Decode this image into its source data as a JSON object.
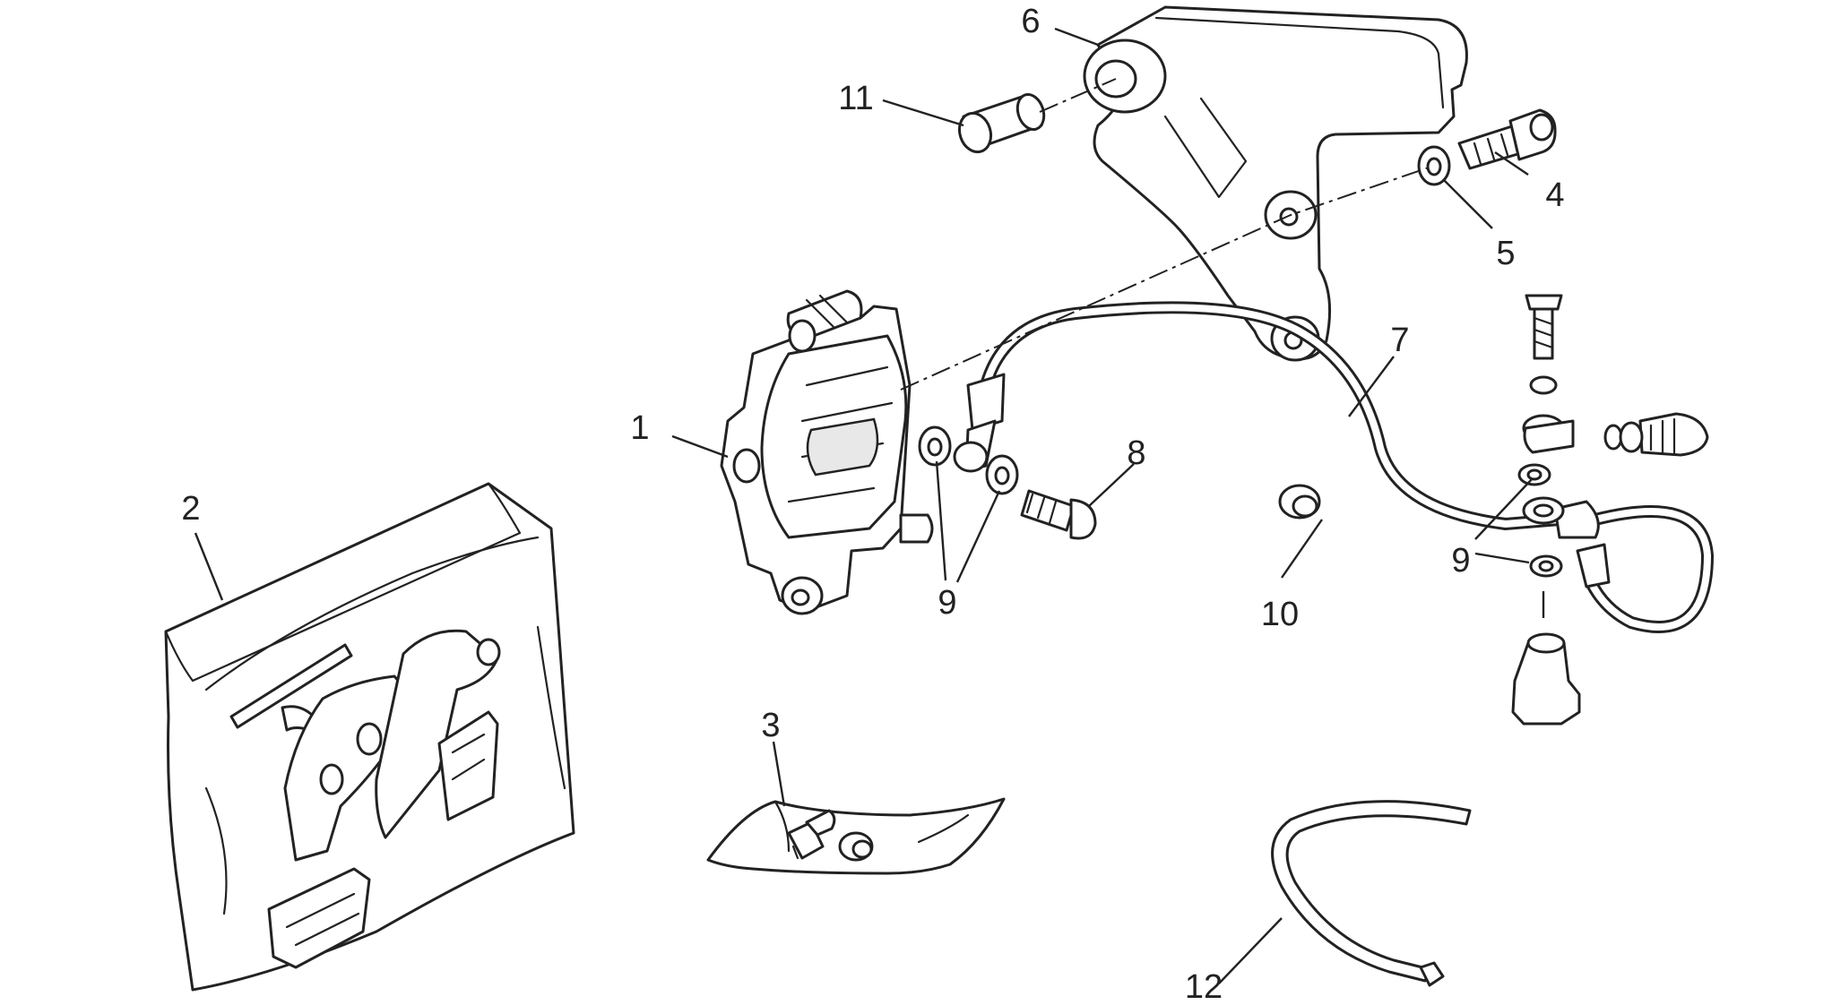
{
  "diagram": {
    "background": "#ffffff",
    "line_color": "#222222",
    "callouts": [
      {
        "id": "1",
        "label": "1"
      },
      {
        "id": "2",
        "label": "2"
      },
      {
        "id": "3",
        "label": "3"
      },
      {
        "id": "4",
        "label": "4"
      },
      {
        "id": "5",
        "label": "5"
      },
      {
        "id": "6",
        "label": "6"
      },
      {
        "id": "7",
        "label": "7"
      },
      {
        "id": "8",
        "label": "8"
      },
      {
        "id": "9a",
        "label": "9"
      },
      {
        "id": "9b",
        "label": "9"
      },
      {
        "id": "10",
        "label": "10"
      },
      {
        "id": "11",
        "label": "11"
      },
      {
        "id": "12",
        "label": "12"
      }
    ]
  }
}
